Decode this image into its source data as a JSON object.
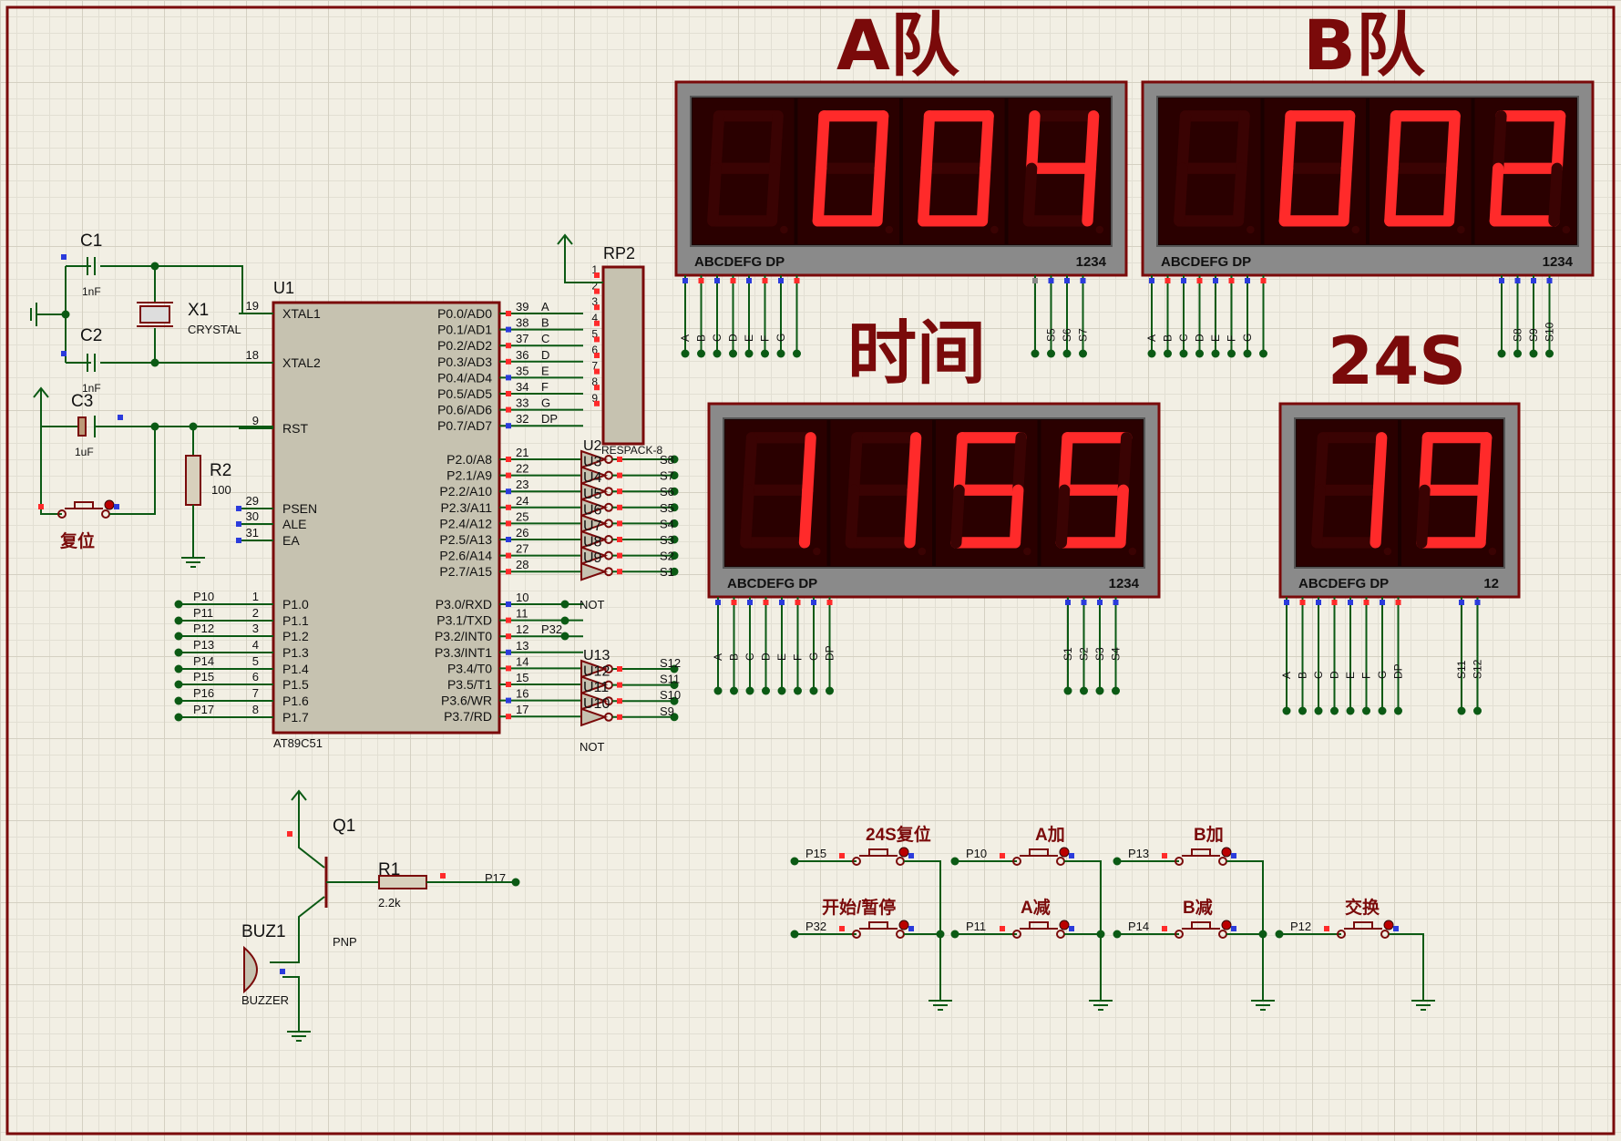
{
  "headings": {
    "team_a": "A队",
    "team_b": "B队",
    "time": "时间",
    "shot_clock": "24S"
  },
  "displays": {
    "team_a": {
      "digits": [
        null,
        0,
        0,
        4
      ],
      "pin_label": "ABCDEFG  DP",
      "common_label": "1234",
      "seg_pins": [
        "A",
        "B",
        "C",
        "D",
        "E",
        "F",
        "G"
      ],
      "com_pins": [
        "S5",
        "S6",
        "S7"
      ]
    },
    "team_b": {
      "digits": [
        null,
        0,
        0,
        2
      ],
      "pin_label": "ABCDEFG  DP",
      "common_label": "1234",
      "seg_pins": [
        "A",
        "B",
        "C",
        "D",
        "E",
        "F",
        "G"
      ],
      "com_pins": [
        "S8",
        "S9",
        "S10"
      ]
    },
    "time": {
      "digits": [
        1,
        1,
        5,
        5
      ],
      "pin_label": "ABCDEFG  DP",
      "common_label": "1234",
      "seg_pins": [
        "A",
        "B",
        "C",
        "D",
        "E",
        "F",
        "G",
        "DP"
      ],
      "com_pins": [
        "S1",
        "S2",
        "S3",
        "S4"
      ]
    },
    "shot_clock": {
      "digits": [
        1,
        9
      ],
      "pin_label": "ABCDEFG  DP",
      "common_label": "12",
      "seg_pins": [
        "A",
        "B",
        "C",
        "D",
        "E",
        "F",
        "G",
        "DP"
      ],
      "com_pins": [
        "S11",
        "S12"
      ]
    }
  },
  "mcu": {
    "ref": "U1",
    "part": "AT89C51",
    "left_pins": [
      {
        "num": "19",
        "name": "XTAL1"
      },
      {
        "num": "18",
        "name": "XTAL2"
      },
      {
        "num": "9",
        "name": "RST"
      },
      {
        "num": "29",
        "name": "PSEN"
      },
      {
        "num": "30",
        "name": "ALE"
      },
      {
        "num": "31",
        "name": "EA"
      },
      {
        "num": "1",
        "name": "P1.0",
        "net": "P10"
      },
      {
        "num": "2",
        "name": "P1.1",
        "net": "P11"
      },
      {
        "num": "3",
        "name": "P1.2",
        "net": "P12"
      },
      {
        "num": "4",
        "name": "P1.3",
        "net": "P13"
      },
      {
        "num": "5",
        "name": "P1.4",
        "net": "P14"
      },
      {
        "num": "6",
        "name": "P1.5",
        "net": "P15"
      },
      {
        "num": "7",
        "name": "P1.6",
        "net": "P16"
      },
      {
        "num": "8",
        "name": "P1.7",
        "net": "P17"
      }
    ],
    "right_pins": [
      {
        "num": "39",
        "name": "P0.0/AD0",
        "net": "A"
      },
      {
        "num": "38",
        "name": "P0.1/AD1",
        "net": "B"
      },
      {
        "num": "37",
        "name": "P0.2/AD2",
        "net": "C"
      },
      {
        "num": "36",
        "name": "P0.3/AD3",
        "net": "D"
      },
      {
        "num": "35",
        "name": "P0.4/AD4",
        "net": "E"
      },
      {
        "num": "34",
        "name": "P0.5/AD5",
        "net": "F"
      },
      {
        "num": "33",
        "name": "P0.6/AD6",
        "net": "G"
      },
      {
        "num": "32",
        "name": "P0.7/AD7",
        "net": "DP"
      },
      {
        "num": "21",
        "name": "P2.0/A8"
      },
      {
        "num": "22",
        "name": "P2.1/A9"
      },
      {
        "num": "23",
        "name": "P2.2/A10"
      },
      {
        "num": "24",
        "name": "P2.3/A11"
      },
      {
        "num": "25",
        "name": "P2.4/A12"
      },
      {
        "num": "26",
        "name": "P2.5/A13"
      },
      {
        "num": "27",
        "name": "P2.6/A14"
      },
      {
        "num": "28",
        "name": "P2.7/A15"
      },
      {
        "num": "10",
        "name": "P3.0/RXD"
      },
      {
        "num": "11",
        "name": "P3.1/TXD"
      },
      {
        "num": "12",
        "name": "P3.2/INT0",
        "net": "P32"
      },
      {
        "num": "13",
        "name": "P3.3/INT1"
      },
      {
        "num": "14",
        "name": "P3.4/T0"
      },
      {
        "num": "15",
        "name": "P3.5/T1"
      },
      {
        "num": "16",
        "name": "P3.6/WR"
      },
      {
        "num": "17",
        "name": "P3.7/RD"
      }
    ]
  },
  "resistor_pack": {
    "ref": "RP2",
    "part": "RESPACK-8",
    "pins": [
      "1",
      "2",
      "3",
      "4",
      "5",
      "6",
      "7",
      "8",
      "9"
    ]
  },
  "inverters": {
    "p2_labels": [
      "U2",
      "U3",
      "U4",
      "U5",
      "U6",
      "U7",
      "U8",
      "U9"
    ],
    "p2_nets": [
      "S8",
      "S7",
      "S6",
      "S5",
      "S4",
      "S3",
      "S2",
      "S1"
    ],
    "p3_labels": [
      "U13",
      "U12",
      "U11",
      "U10"
    ],
    "p3_nets": [
      "S12",
      "S11",
      "S10",
      "S9"
    ],
    "gate": "NOT"
  },
  "passives": {
    "c1": {
      "ref": "C1",
      "value": "1nF"
    },
    "c2": {
      "ref": "C2",
      "value": "1nF"
    },
    "c3": {
      "ref": "C3",
      "value": "1uF"
    },
    "x1": {
      "ref": "X1",
      "value": "CRYSTAL"
    },
    "r2": {
      "ref": "R2",
      "value": "100"
    },
    "r1": {
      "ref": "R1",
      "value": "2.2k"
    },
    "q1": {
      "ref": "Q1",
      "value": "PNP"
    },
    "buz": {
      "ref": "BUZ1",
      "value": "BUZZER"
    },
    "reset_label": "复位"
  },
  "buttons": [
    {
      "label": "24S复位",
      "net": "P15"
    },
    {
      "label": "A加",
      "net": "P10"
    },
    {
      "label": "B加",
      "net": "P13"
    },
    {
      "label": "开始/暂停",
      "net": "P32"
    },
    {
      "label": "A减",
      "net": "P11"
    },
    {
      "label": "B减",
      "net": "P14"
    },
    {
      "label": "交换",
      "net": "P12"
    }
  ],
  "net_p17": "P17",
  "colors": {
    "wire": "#0b5a14",
    "outline": "#7a0a0a",
    "body": "#c6c2b0",
    "seg_on": "#ff2a2a",
    "seg_off": "#3a0303",
    "heading": "#7a0a0a"
  }
}
